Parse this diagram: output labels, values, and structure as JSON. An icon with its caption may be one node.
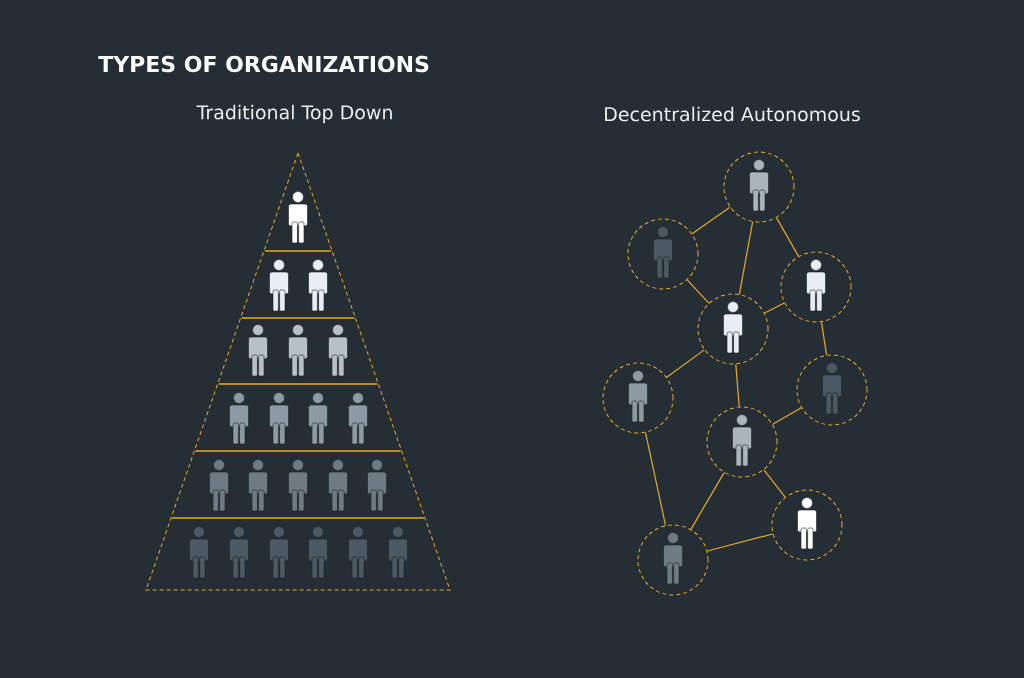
{
  "diagram": {
    "title": "TYPES OF ORGANIZATIONS",
    "nodes": [
      {
        "text": [],
        "shape": "circle"
      },
      {
        "text": [],
        "shape": "circle"
      },
      {
        "text": [],
        "shape": "circle"
      },
      {
        "text": [],
        "shape": "circle"
      },
      {
        "text": [],
        "shape": "circle"
      },
      {
        "text": [],
        "shape": "circle"
      },
      {
        "text": [],
        "shape": "circle"
      },
      {
        "text": [],
        "shape": "circle"
      },
      {
        "text": [],
        "shape": "circle"
      }
    ],
    "edges": [
      {
        "from": 0,
        "to": 1,
        "arrow": "none"
      },
      {
        "from": 0,
        "to": 3,
        "arrow": "none"
      },
      {
        "from": 0,
        "to": 2,
        "arrow": "none"
      },
      {
        "from": 1,
        "to": 3,
        "arrow": "none"
      },
      {
        "from": 2,
        "to": 3,
        "arrow": "none"
      },
      {
        "from": 2,
        "to": 5,
        "arrow": "none"
      },
      {
        "from": 3,
        "to": 4,
        "arrow": "none"
      },
      {
        "from": 3,
        "to": 6,
        "arrow": "none"
      },
      {
        "from": 6,
        "to": 5,
        "arrow": "none"
      },
      {
        "from": 4,
        "to": 8,
        "arrow": "none"
      },
      {
        "from": 6,
        "to": 8,
        "arrow": "none"
      },
      {
        "from": 6,
        "to": 7,
        "arrow": "none"
      },
      {
        "from": 8,
        "to": 7,
        "arrow": "none"
      }
    ],
    "labels": [
      "Traditional Top Down",
      "Decentralized Autonomous"
    ]
  }
}
